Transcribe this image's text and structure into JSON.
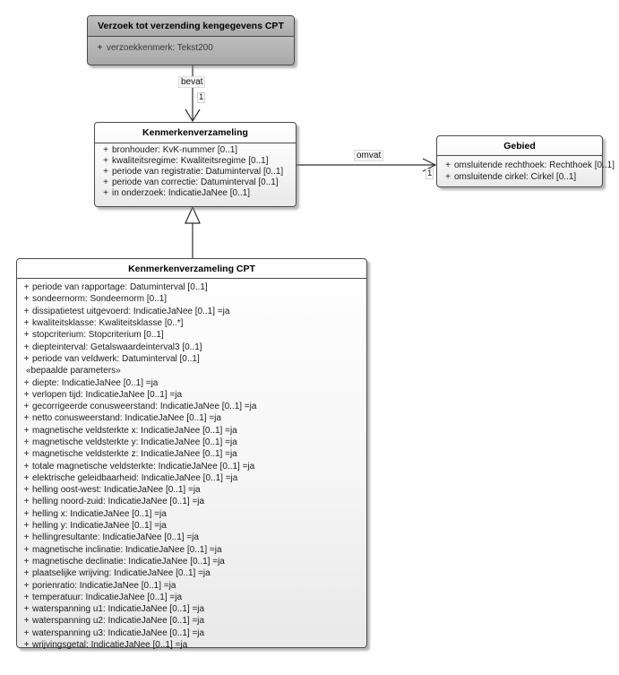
{
  "diagram": {
    "kind": "UML class diagram",
    "colors": {
      "background": "#ffffff",
      "node_fill": "#f4f4f4",
      "node_fill_emphasis": "#b8b8b8",
      "border": "#4a4a4a",
      "connector": "#2e2e2e"
    },
    "classes": {
      "verzoek": {
        "title": "Verzoek tot verzending kengegevens CPT",
        "attributes": [
          {
            "p": "+",
            "t": "verzoekkenmerk: Tekst200"
          }
        ]
      },
      "kenmerkenverzameling": {
        "title": "Kenmerkenverzameling",
        "attributes": [
          {
            "p": "+",
            "t": "bronhouder: KvK-nummer [0..1]"
          },
          {
            "p": "+",
            "t": "kwaliteitsregime: Kwaliteitsregime [0..1]"
          },
          {
            "p": "+",
            "t": "periode van registratie: Datuminterval [0..1]"
          },
          {
            "p": "+",
            "t": "periode van correctie: Datuminterval [0..1]"
          },
          {
            "p": "+",
            "t": "in onderzoek: IndicatieJaNee [0..1]"
          }
        ]
      },
      "gebied": {
        "title": "Gebied",
        "attributes": [
          {
            "p": "+",
            "t": "omsluitende rechthoek: Rechthoek [0..1]"
          },
          {
            "p": "+",
            "t": "omsluitende cirkel: Cirkel [0..1]"
          }
        ]
      },
      "cpt": {
        "title": "Kenmerkenverzameling CPT",
        "attributes": [
          {
            "p": "+",
            "t": "periode van rapportage: Datuminterval [0..1]"
          },
          {
            "p": "+",
            "t": "sondeernorm: Sondeernorm [0..1]"
          },
          {
            "p": "+",
            "t": "dissipatietest uitgevoerd: IndicatieJaNee [0..1] =ja"
          },
          {
            "p": "+",
            "t": "kwaliteitsklasse: Kwaliteitsklasse [0..*]"
          },
          {
            "p": "+",
            "t": "stopcriterium: Stopcriterium [0..1]"
          },
          {
            "p": "+",
            "t": "diepteinterval: Getalswaardeinterval3 [0..1]"
          },
          {
            "p": "+",
            "t": "periode van veldwerk: Datuminterval [0..1]"
          },
          {
            "p": "",
            "t": "«bepaalde parameters»",
            "stereo": true
          },
          {
            "p": "+",
            "t": "diepte: IndicatieJaNee [0..1] =ja"
          },
          {
            "p": "+",
            "t": "verlopen tijd: IndicatieJaNee [0..1] =ja"
          },
          {
            "p": "+",
            "t": "gecorrigeerde conusweerstand: IndicatieJaNee [0..1] =ja"
          },
          {
            "p": "+",
            "t": "netto conusweerstand: IndicatieJaNee [0..1] =ja"
          },
          {
            "p": "+",
            "t": "magnetische veldsterkte x: IndicatieJaNee [0..1] =ja"
          },
          {
            "p": "+",
            "t": "magnetische veldsterkte y: IndicatieJaNee [0..1] =ja"
          },
          {
            "p": "+",
            "t": "magnetische veldsterkte z: IndicatieJaNee [0..1] =ja"
          },
          {
            "p": "+",
            "t": "totale magnetische veldsterkte: IndicatieJaNee [0..1] =ja"
          },
          {
            "p": "+",
            "t": "elektrische geleidbaarheid: IndicatieJaNee [0..1] =ja"
          },
          {
            "p": "+",
            "t": "helling oost-west: IndicatieJaNee [0..1] =ja"
          },
          {
            "p": "+",
            "t": "helling noord-zuid: IndicatieJaNee [0..1] =ja"
          },
          {
            "p": "+",
            "t": "helling x: IndicatieJaNee [0..1] =ja"
          },
          {
            "p": "+",
            "t": "helling y: IndicatieJaNee [0..1] =ja"
          },
          {
            "p": "+",
            "t": "hellingresultante: IndicatieJaNee [0..1] =ja"
          },
          {
            "p": "+",
            "t": "magnetische inclinatie: IndicatieJaNee [0..1] =ja"
          },
          {
            "p": "+",
            "t": "magnetische declinatie: IndicatieJaNee [0..1] =ja"
          },
          {
            "p": "+",
            "t": "plaatselijke wrijving: IndicatieJaNee [0..1] =ja"
          },
          {
            "p": "+",
            "t": "porienratio: IndicatieJaNee [0..1] =ja"
          },
          {
            "p": "+",
            "t": "temperatuur: IndicatieJaNee [0..1] =ja"
          },
          {
            "p": "+",
            "t": "waterspanning u1: IndicatieJaNee [0..1] =ja"
          },
          {
            "p": "+",
            "t": "waterspanning u2: IndicatieJaNee [0..1] =ja"
          },
          {
            "p": "+",
            "t": "waterspanning u3: IndicatieJaNee [0..1] =ja"
          },
          {
            "p": "+",
            "t": "wrijvingsgetal: IndicatieJaNee [0..1] =ja"
          }
        ]
      }
    },
    "connectors": {
      "bevat": {
        "type": "directed association",
        "label": "bevat",
        "target_multiplicity": "1"
      },
      "omvat": {
        "type": "directed association",
        "label": "omvat",
        "target_multiplicity": "1"
      },
      "generalization": {
        "type": "generalization"
      }
    }
  }
}
